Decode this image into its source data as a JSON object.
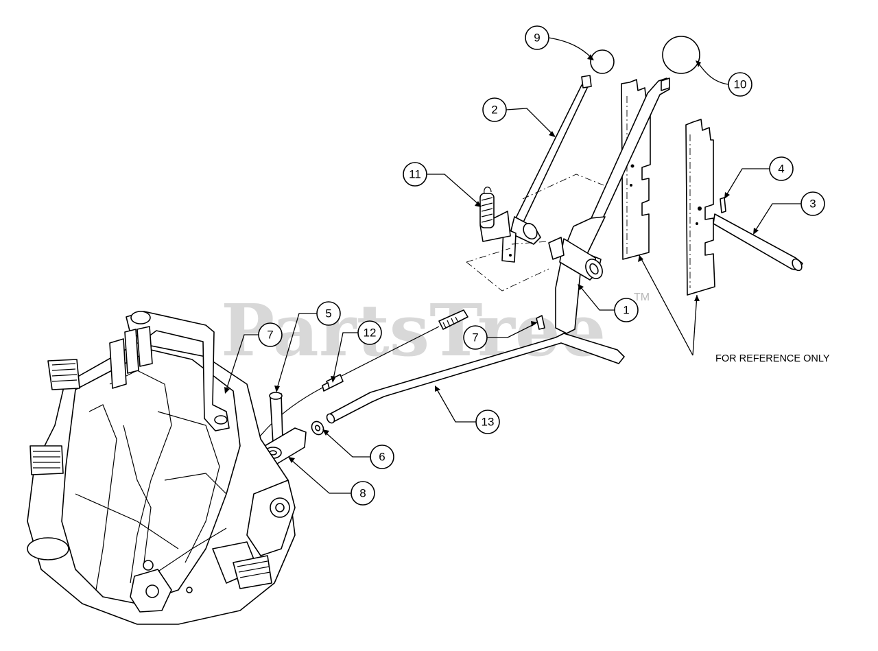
{
  "watermark": {
    "text": "PartsTree",
    "trademark": "TM"
  },
  "reference_note": "FOR REFERENCE ONLY",
  "callouts": {
    "c1": "1",
    "c2": "2",
    "c3": "3",
    "c4": "4",
    "c5": "5",
    "c6": "6",
    "c7a": "7",
    "c7b": "7",
    "c8": "8",
    "c9": "9",
    "c10": "10",
    "c11": "11",
    "c12": "12",
    "c13": "13"
  }
}
